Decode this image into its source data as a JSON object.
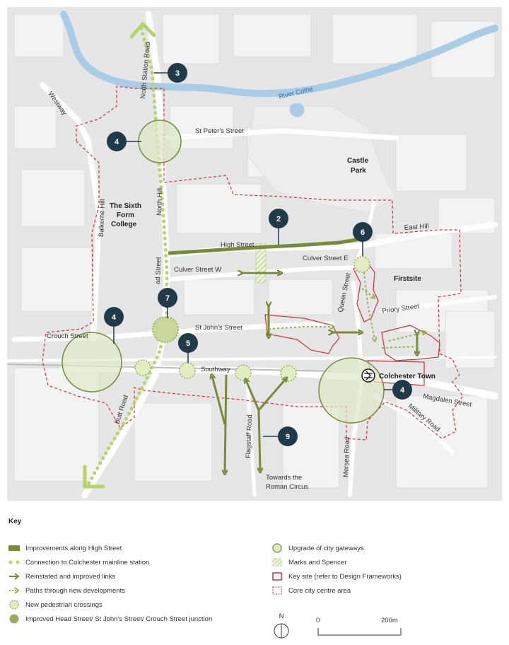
{
  "map": {
    "street_labels": {
      "north_station_road": "North Station Road",
      "westway": "Westway",
      "st_peters_street": "St Peter's Street",
      "north_hill": "North Hill",
      "balkerne_hill": "Balkerne Hill",
      "high_street": "High Street",
      "culver_street_w": "Culver Street W",
      "culver_street_e": "Culver Street E",
      "head_street": "ad Street",
      "st_johns_street": "St John's Street",
      "crouch_street": "Crouch Street",
      "southway": "Southway",
      "butt_road": "Butt Road",
      "flagstaff_road": "Flagstaff Road",
      "queen_street": "Queen Street",
      "priory_street": "Priory Street",
      "east_hill": "East Hill",
      "magdalen_street": "Magdalen Street",
      "military_road": "Military Road",
      "mersea_road": "Mersea Road"
    },
    "place_labels": {
      "castle_park_1": "Castle",
      "castle_park_2": "Park",
      "sixth_form_1": "The Sixth",
      "sixth_form_2": "Form",
      "sixth_form_3": "College",
      "firstsite": "Firstsite",
      "colchester_town": "Colchester Town",
      "river_colne": "River Colne",
      "roman_circus_1": "Towards the",
      "roman_circus_2": "Roman Circus"
    },
    "markers": [
      {
        "id": "m3",
        "label": "3"
      },
      {
        "id": "m4a",
        "label": "4"
      },
      {
        "id": "m2",
        "label": "2"
      },
      {
        "id": "m6",
        "label": "6"
      },
      {
        "id": "m7",
        "label": "7"
      },
      {
        "id": "m4b",
        "label": "4"
      },
      {
        "id": "m5",
        "label": "5"
      },
      {
        "id": "m4c",
        "label": "4"
      },
      {
        "id": "m9",
        "label": "9"
      }
    ],
    "colors": {
      "improvement": "#7a8a3c",
      "station_link": "#b7d36a",
      "gateway_fill": "#dfe7c7",
      "key_site": "#c8343a",
      "core_area": "#c8343a",
      "marker": "#203a4a",
      "river": "#a9cde6"
    }
  },
  "key": {
    "title": "Key",
    "items_left": [
      {
        "icon": "bar-icon",
        "label": "Improvements along High Street"
      },
      {
        "icon": "dots-icon",
        "label": "Connection to Colchester mainline station"
      },
      {
        "icon": "arrow-icon",
        "label": "Reinstated and improved links"
      },
      {
        "icon": "dotted-arrow-icon",
        "label": "Paths through new developments"
      },
      {
        "icon": "crossing-icon",
        "label": "New pedestrian crossings"
      },
      {
        "icon": "junction-icon",
        "label": "Improved Head Street/ St John's Street/ Crouch Street junction"
      }
    ],
    "items_right": [
      {
        "icon": "gateway-icon",
        "label": "Upgrade of city gateways"
      },
      {
        "icon": "hatch-icon",
        "label": "Marks and Spencer"
      },
      {
        "icon": "key-site-icon",
        "label": "Key site (refer to Design Frameworks)"
      },
      {
        "icon": "core-area-icon",
        "label": "Core city centre area"
      }
    ],
    "north_label": "N",
    "scale_start": "0",
    "scale_end": "200m"
  }
}
